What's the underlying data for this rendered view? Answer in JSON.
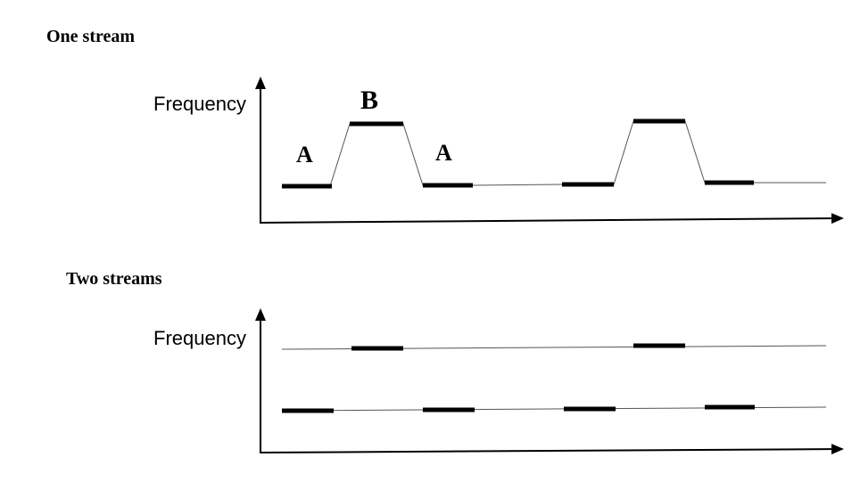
{
  "panels": {
    "one_stream": {
      "title": "One stream",
      "y_axis_label": "Frequency",
      "labels": {
        "a1": "A",
        "b": "B",
        "a2": "A"
      }
    },
    "two_streams": {
      "title": "Two streams",
      "y_axis_label": "Frequency"
    }
  },
  "colors": {
    "ink": "#000000",
    "connector": "#555555"
  }
}
